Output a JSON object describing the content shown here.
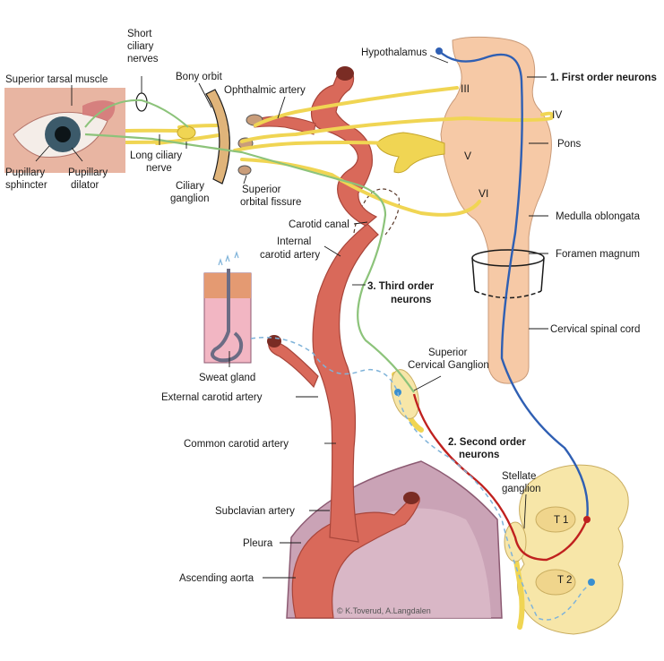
{
  "labels": {
    "superior_tarsal_muscle": "Superior tarsal muscle",
    "short_ciliary_1": "Short",
    "short_ciliary_2": "ciliary",
    "short_ciliary_3": "nerves",
    "bony_orbit": "Bony orbit",
    "ophthalmic_artery": "Ophthalmic artery",
    "hypothalamus": "Hypothalamus",
    "first_order": "1. First order neurons",
    "pupillary_sphincter_1": "Pupillary",
    "pupillary_sphincter_2": "sphincter",
    "pupillary_dilator_1": "Pupillary",
    "pupillary_dilator_2": "dilator",
    "long_ciliary_1": "Long ciliary",
    "long_ciliary_2": "nerve",
    "ciliary_ganglion_1": "Ciliary",
    "ciliary_ganglion_2": "ganglion",
    "superior_orbital_1": "Superior",
    "superior_orbital_2": "orbital fissure",
    "pons": "Pons",
    "medulla": "Medulla oblongata",
    "carotid_canal": "Carotid canal",
    "internal_carotid_1": "Internal",
    "internal_carotid_2": "carotid artery",
    "foramen_magnum": "Foramen magnum",
    "third_order_1": "3. Third order",
    "third_order_2": "neurons",
    "cervical_spinal_cord": "Cervical spinal cord",
    "sweat_gland": "Sweat gland",
    "superior_cervical_1": "Superior",
    "superior_cervical_2": "Cervical Ganglion",
    "external_carotid": "External carotid artery",
    "second_order_1": "2. Second order",
    "second_order_2": "neurons",
    "common_carotid": "Common carotid artery",
    "stellate_1": "Stellate",
    "stellate_2": "ganglion",
    "subclavian": "Subclavian artery",
    "pleura": "Pleura",
    "ascending_aorta": "Ascending aorta",
    "cranial_III": "III",
    "cranial_IV": "IV",
    "cranial_V": "V",
    "cranial_VI": "VI",
    "t1": "T 1",
    "t2": "T 2",
    "credit": "© K.Toverud, A.Langdalen"
  },
  "colors": {
    "artery": "#d9695a",
    "artery_dark": "#b5463a",
    "brainstem": "#f6c9a6",
    "nerve_yellow": "#f0d553",
    "first_order_neuron": "#2f5fb3",
    "second_order_neuron": "#c0211f",
    "third_order_neuron": "#8cc37a",
    "pleura": "#c8a2b4",
    "vertebra": "#f7e6a8"
  }
}
